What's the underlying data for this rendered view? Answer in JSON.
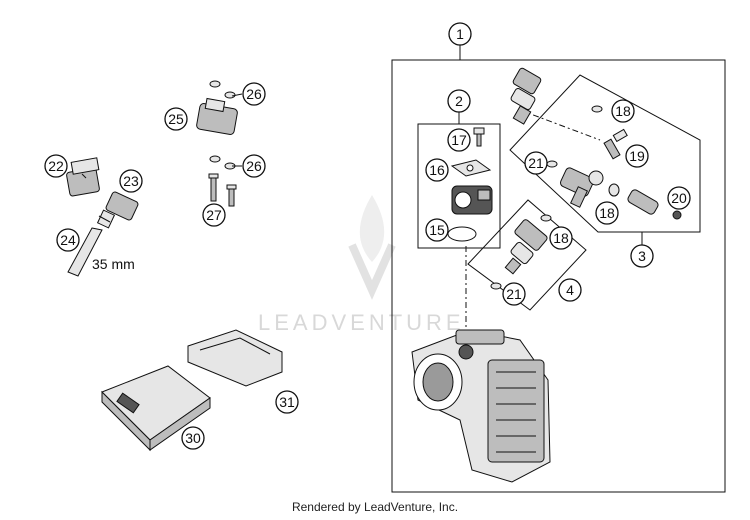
{
  "watermark": "LEADVENTURE",
  "footer": "Rendered by LeadVenture, Inc.",
  "measurement": "35 mm",
  "callouts": {
    "c1": "1",
    "c2": "2",
    "c3": "3",
    "c4": "4",
    "c15": "15",
    "c16": "16",
    "c17": "17",
    "c18a": "18",
    "c18b": "18",
    "c18c": "18",
    "c19": "19",
    "c20": "20",
    "c21a": "21",
    "c21b": "21",
    "c22": "22",
    "c23": "23",
    "c24": "24",
    "c25": "25",
    "c26a": "26",
    "c26b": "26",
    "c27": "27",
    "c30": "30",
    "c31": "31"
  }
}
